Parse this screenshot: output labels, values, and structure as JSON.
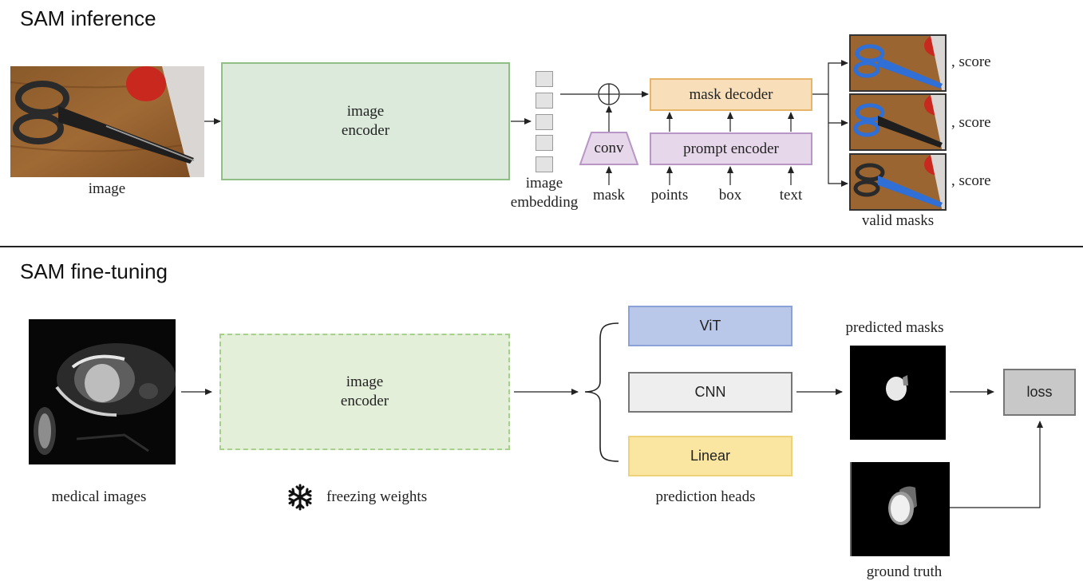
{
  "inference": {
    "title": "SAM inference",
    "image_label": "image",
    "encoder_label": "image\nencoder",
    "embedding_label": "image\nembedding",
    "conv_label": "conv",
    "mask_decoder_label": "mask decoder",
    "prompt_encoder_label": "prompt encoder",
    "inputs": [
      "mask",
      "points",
      "box",
      "text"
    ],
    "score_label": ", score",
    "valid_masks_label": "valid masks"
  },
  "finetuning": {
    "title": "SAM fine-tuning",
    "medical_label": "medical images",
    "encoder_label": "image\nencoder",
    "freezing_label": "freezing weights",
    "heads": [
      "ViT",
      "CNN",
      "Linear"
    ],
    "heads_label": "prediction heads",
    "predicted_label": "predicted masks",
    "loss_label": "loss",
    "ground_truth_label": "ground truth"
  },
  "colors": {
    "encoder_fill": "#dbeadb",
    "encoder_border": "#8fbf84",
    "decoder_fill": "#f9dfb9",
    "decoder_border": "#e8b46a",
    "prompt_fill": "#e6d7ea",
    "prompt_border": "#b896c6",
    "vit_fill": "#b9c7e9",
    "vit_border": "#8aa2d8",
    "cnn_fill": "#eeeeee",
    "cnn_border": "#777777",
    "linear_fill": "#fae6a0",
    "linear_border": "#eed27a",
    "loss_fill": "#c8c8c8",
    "loss_border": "#777777"
  },
  "icons": [
    "scissors-photo",
    "snowflake-icon",
    "oplus-icon"
  ]
}
